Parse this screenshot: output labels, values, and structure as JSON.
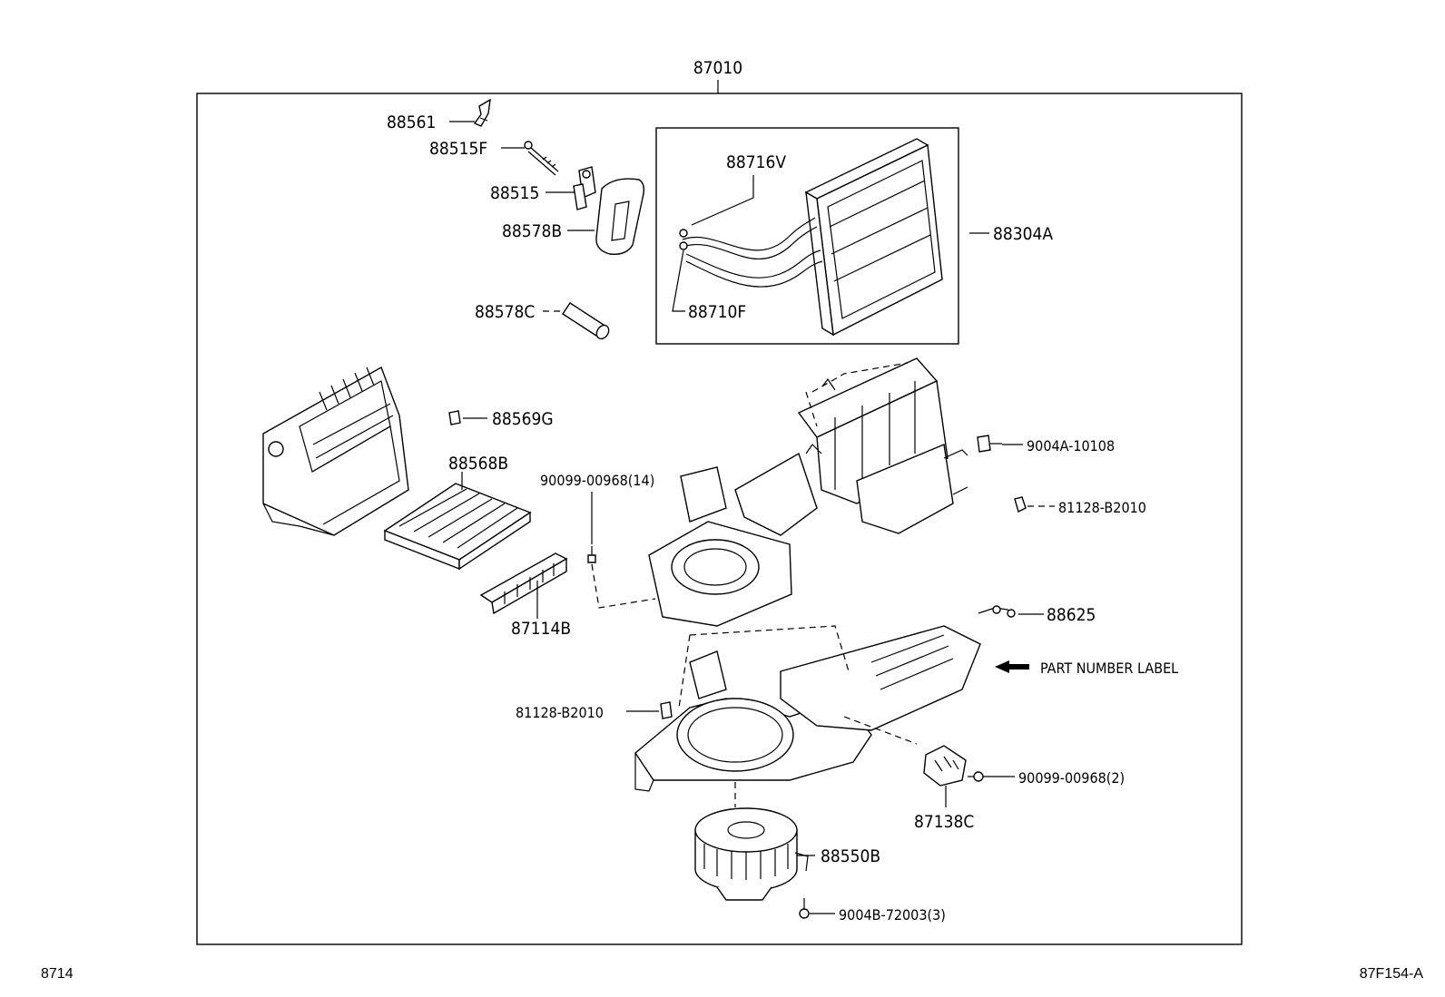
{
  "assembly_number": "87010",
  "footer": {
    "left": "8714",
    "right": "87F154-A"
  },
  "callouts": {
    "p88561": "88561",
    "p88515F": "88515F",
    "p88515": "88515",
    "p88578B": "88578B",
    "p88578C": "88578C",
    "p88716V": "88716V",
    "p88710F": "88710F",
    "p88304A": "88304A",
    "p88569G": "88569G",
    "p88568B": "88568B",
    "p90099_00968_14": "90099-00968(14)",
    "p87114B": "87114B",
    "p9004A_10108": "9004A-10108",
    "p81128_B2010_right": "81128-B2010",
    "p88625": "88625",
    "part_number_label": "PART NUMBER LABEL",
    "p81128_B2010_left": "81128-B2010",
    "p90099_00968_2": "90099-00968(2)",
    "p87138C": "87138C",
    "p88550B": "88550B",
    "p9004B_72003_3": "9004B-72003(3)"
  }
}
